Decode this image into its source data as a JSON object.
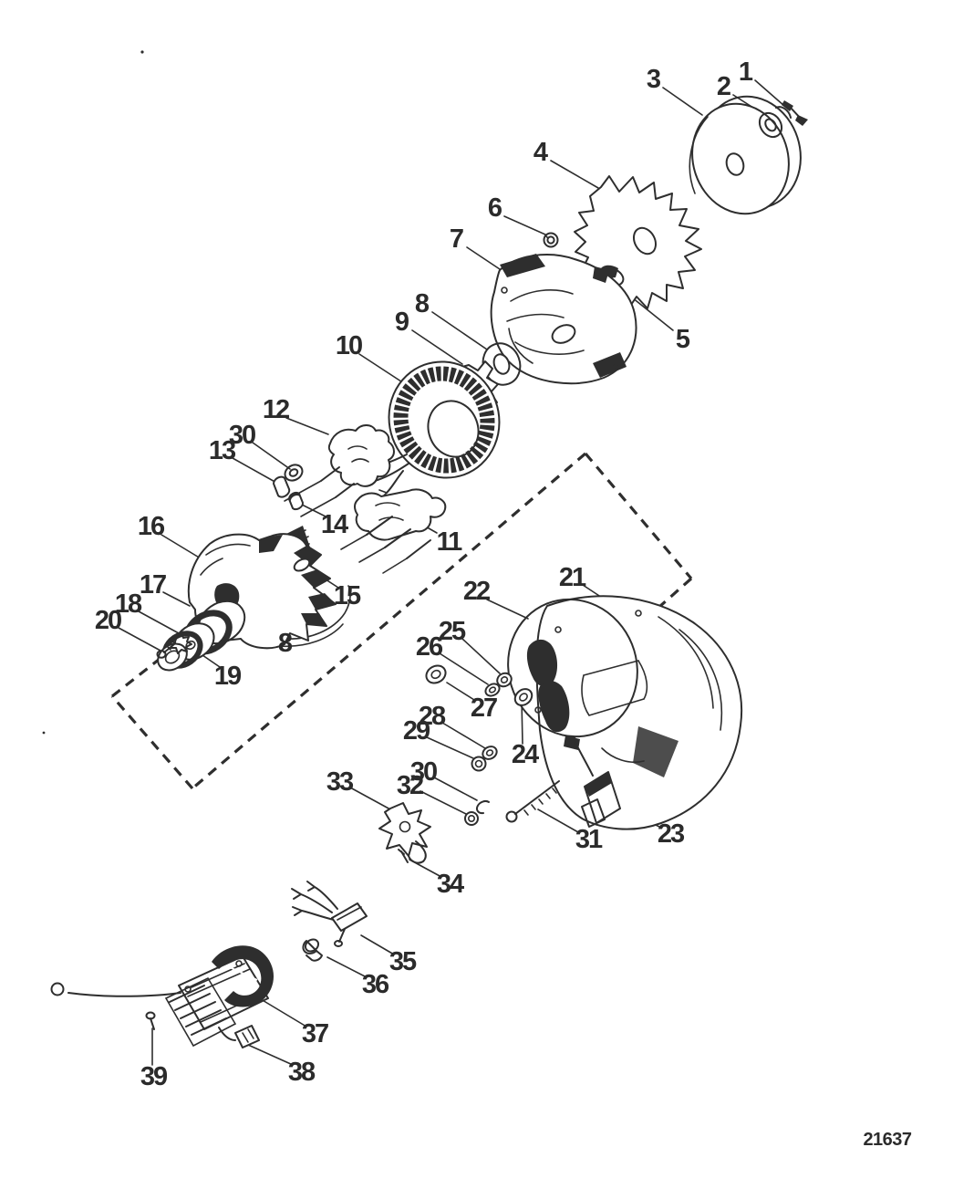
{
  "figure": {
    "drawing_number": "21637",
    "ink_color": "#2e2e2e",
    "paper_color": "#ffffff",
    "callouts": {
      "c1": "1",
      "c2": "2",
      "c3": "3",
      "c4": "4",
      "c5": "5",
      "c6": "6",
      "c7": "7",
      "c8_front": "8",
      "c8_rotor": "8",
      "c9": "9",
      "c10": "10",
      "c11": "11",
      "c12": "12",
      "c13": "13",
      "c14": "14",
      "c15": "15",
      "c16": "16",
      "c17": "17",
      "c18": "18",
      "c19": "19",
      "c20": "20",
      "c21": "21",
      "c22": "22",
      "c23": "23",
      "c24": "24",
      "c25": "25",
      "c26": "26",
      "c27": "27",
      "c28": "28",
      "c29": "29",
      "c30_upper": "30",
      "c30_lower": "30",
      "c31": "31",
      "c32": "32",
      "c33": "33",
      "c34": "34",
      "c35": "35",
      "c36": "36",
      "c37": "37",
      "c38": "38",
      "c39": "39"
    }
  }
}
